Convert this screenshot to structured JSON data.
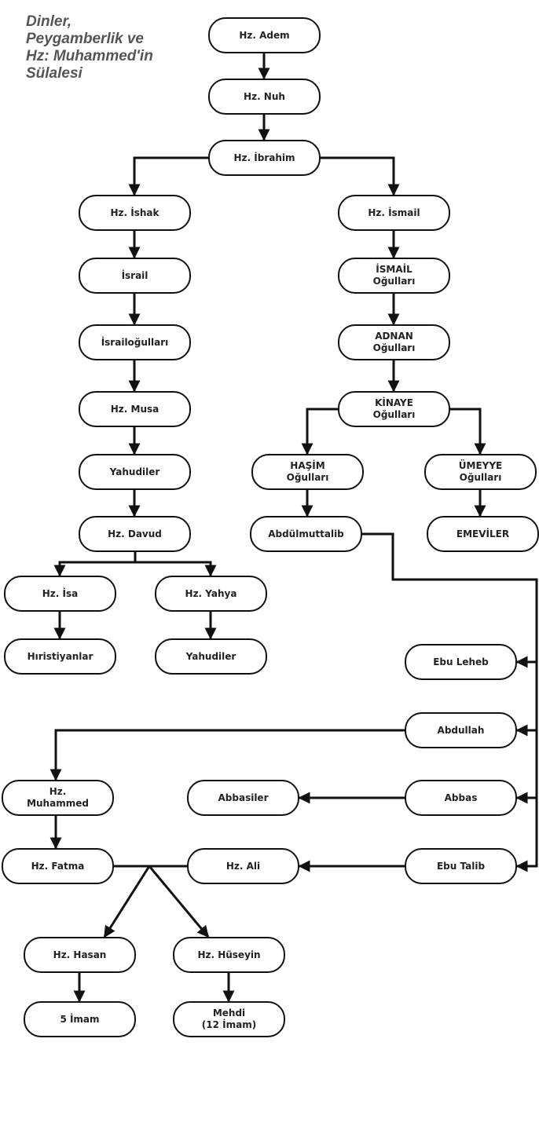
{
  "title": [
    "Dinler,",
    "Peygamberlik ve",
    "Hz: Muhammed'in",
    "Sülalesi"
  ],
  "nodes": {
    "adem": [
      "Hz. Adem"
    ],
    "nuh": [
      "Hz. Nuh"
    ],
    "ibrahim": [
      "Hz. İbrahim"
    ],
    "ishak": [
      "Hz. İshak"
    ],
    "ismail": [
      "Hz. İsmail"
    ],
    "israil": [
      "İsrail"
    ],
    "ismail_ogullari": [
      "İSMAİL",
      "Oğulları"
    ],
    "israilogullari": [
      "İsrailoğulları"
    ],
    "adnan_ogullari": [
      "ADNAN",
      "Oğulları"
    ],
    "musa": [
      "Hz. Musa"
    ],
    "kinaye_ogullari": [
      "KİNAYE",
      "Oğulları"
    ],
    "yahudiler": [
      "Yahudiler"
    ],
    "hasim_ogullari": [
      "HAŞİM",
      "Oğulları"
    ],
    "umeyye_ogullari": [
      "ÜMEYYE",
      "Oğulları"
    ],
    "davud": [
      "Hz. Davud"
    ],
    "abdulmuttalib": [
      "Abdülmuttalib"
    ],
    "emeviler": [
      "EMEVİLER"
    ],
    "isa": [
      "Hz. İsa"
    ],
    "yahya": [
      "Hz. Yahya"
    ],
    "hiristiyanlar": [
      "Hıristiyanlar"
    ],
    "yahudiler2": [
      "Yahudiler"
    ],
    "ebu_leheb": [
      "Ebu Leheb"
    ],
    "abdullah": [
      "Abdullah"
    ],
    "muhammed": [
      "Hz.",
      "Muhammed"
    ],
    "abbasiler": [
      "Abbasiler"
    ],
    "abbas": [
      "Abbas"
    ],
    "fatma": [
      "Hz. Fatma"
    ],
    "ali": [
      "Hz. Ali"
    ],
    "ebu_talib": [
      "Ebu Talib"
    ],
    "hasan": [
      "Hz. Hasan"
    ],
    "huseyin": [
      "Hz. Hüseyin"
    ],
    "bes_imam": [
      "5 İmam"
    ],
    "mehdi": [
      "Mehdi",
      "(12 İmam)"
    ]
  }
}
